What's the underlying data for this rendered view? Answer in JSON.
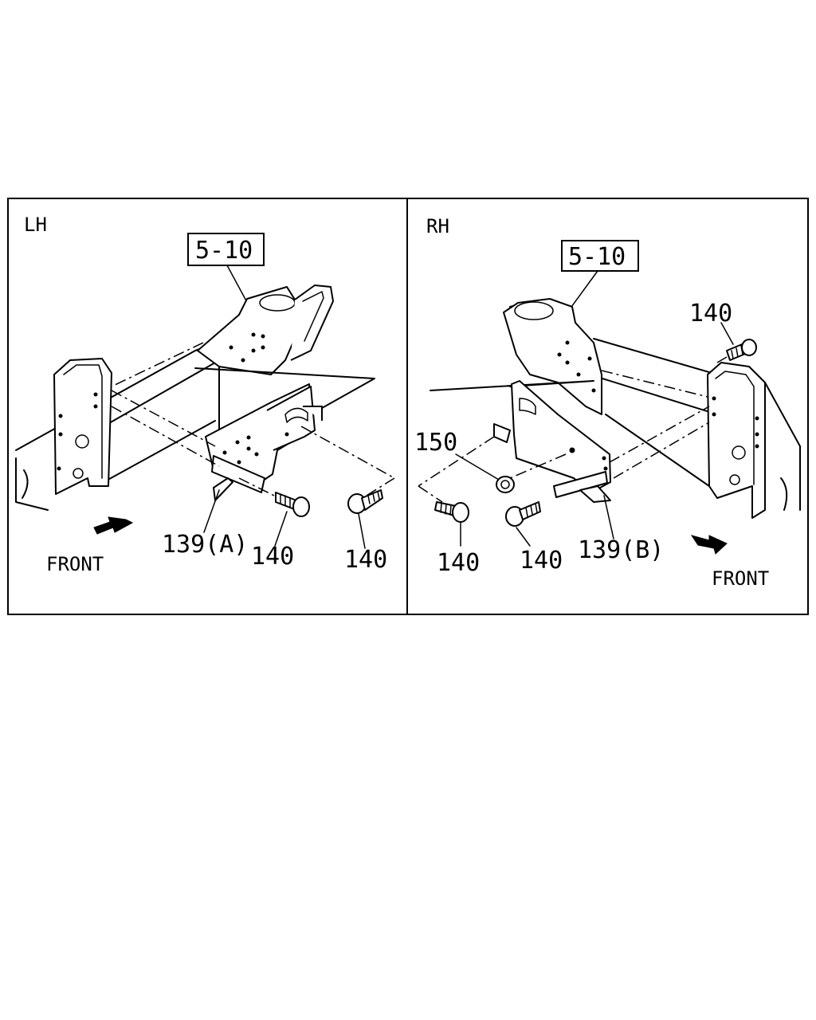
{
  "panels": {
    "left": {
      "side_label": "LH",
      "ref_box": "5-10",
      "callouts": [
        "139(A)",
        "140",
        "140"
      ],
      "front_label": "FRONT"
    },
    "right": {
      "side_label": "RH",
      "ref_box": "5-10",
      "callouts": [
        "140",
        "150",
        "140",
        "140",
        "139(B)"
      ],
      "front_label": "FRONT"
    }
  }
}
